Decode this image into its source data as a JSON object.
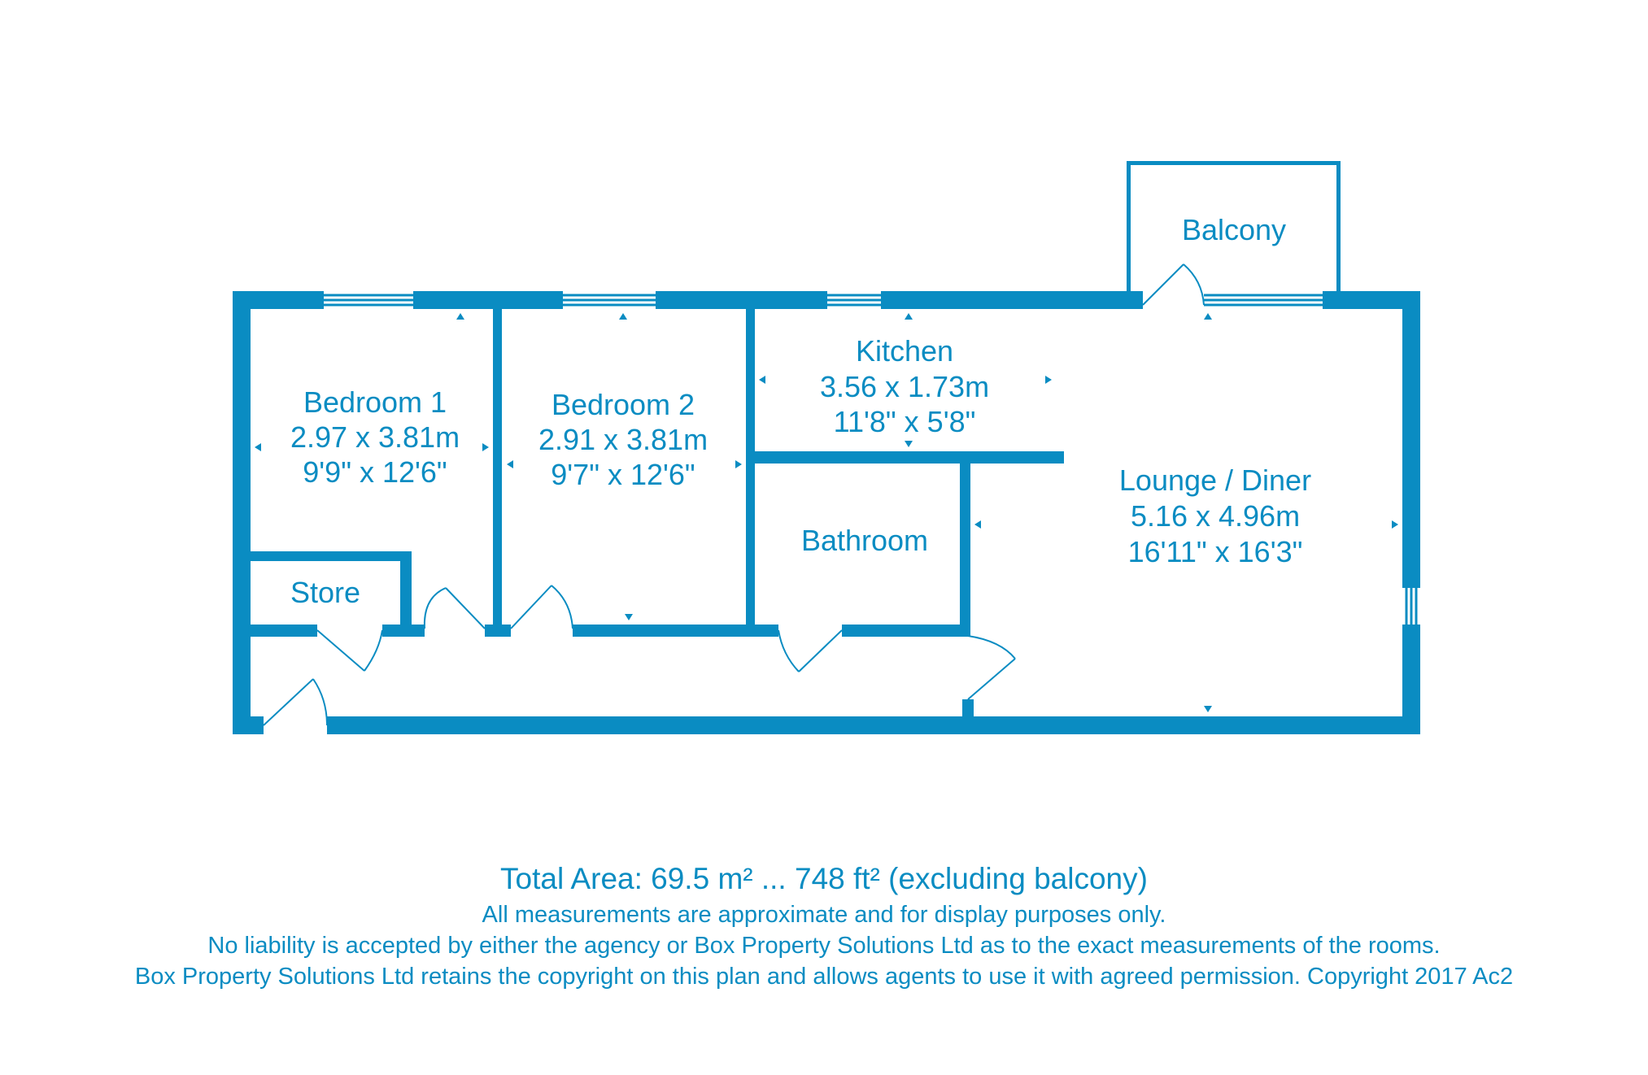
{
  "colors": {
    "wall": "#0a8cc2",
    "background": "#ffffff"
  },
  "rooms": {
    "balcony": {
      "name": "Balcony"
    },
    "bedroom1": {
      "name": "Bedroom 1",
      "metric": "2.97 x 3.81m",
      "imperial": "9'9\" x 12'6\""
    },
    "bedroom2": {
      "name": "Bedroom 2",
      "metric": "2.91 x 3.81m",
      "imperial": "9'7\" x 12'6\""
    },
    "kitchen": {
      "name": "Kitchen",
      "metric": "3.56 x 1.73m",
      "imperial": "11'8\" x 5'8\""
    },
    "lounge": {
      "name": "Lounge / Diner",
      "metric": "5.16 x 4.96m",
      "imperial": "16'11\" x 16'3\""
    },
    "bathroom": {
      "name": "Bathroom"
    },
    "store": {
      "name": "Store"
    }
  },
  "footer": {
    "total_area": "Total Area: 69.5 m² ... 748 ft² (excluding balcony)",
    "line1": "All measurements are approximate and for display purposes only.",
    "line2": "No liability is accepted by either the agency or Box Property Solutions Ltd as to the exact measurements of the rooms.",
    "line3": "Box Property Solutions Ltd retains the copyright on this plan and allows agents to use it with agreed permission. Copyright 2017 Ac2"
  }
}
